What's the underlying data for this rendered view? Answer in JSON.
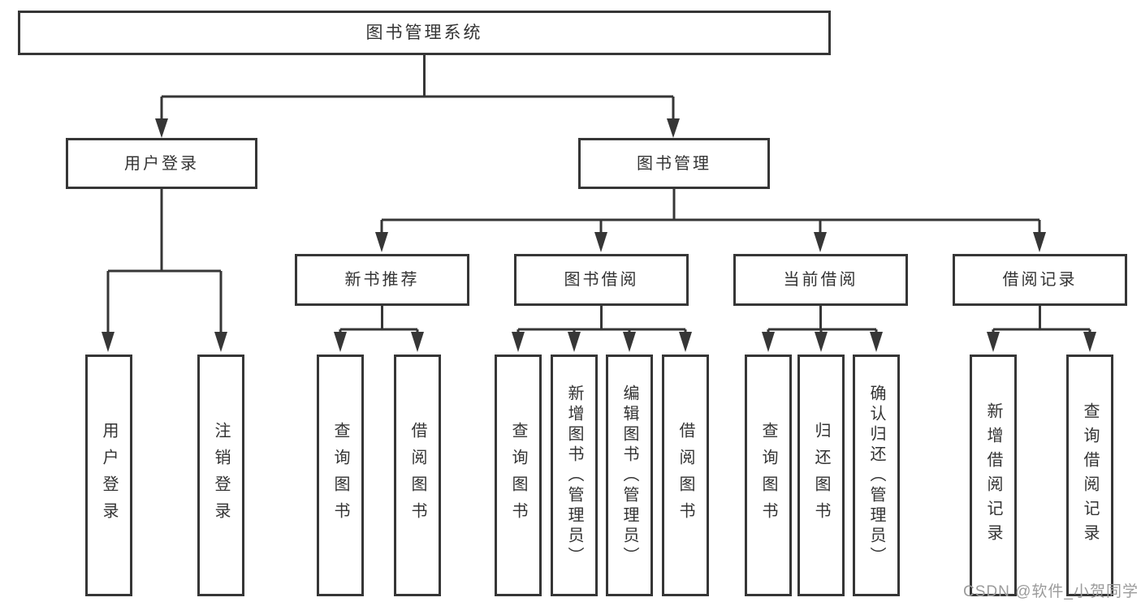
{
  "diagram": {
    "title": "图书管理系统",
    "tree": {
      "label": "图书管理系统",
      "children": [
        {
          "label": "用户登录",
          "children": [
            {
              "label": "用户登录"
            },
            {
              "label": "注销登录"
            }
          ]
        },
        {
          "label": "图书管理",
          "children": [
            {
              "label": "新书推荐",
              "children": [
                {
                  "label": "查询图书"
                },
                {
                  "label": "借阅图书"
                }
              ]
            },
            {
              "label": "图书借阅",
              "children": [
                {
                  "label": "查询图书"
                },
                {
                  "label": "新增图书（管理员）"
                },
                {
                  "label": "编辑图书（管理员）"
                },
                {
                  "label": "借阅图书"
                }
              ]
            },
            {
              "label": "当前借阅",
              "children": [
                {
                  "label": "查询图书"
                },
                {
                  "label": "归还图书"
                },
                {
                  "label": "确认归还（管理员）"
                }
              ]
            },
            {
              "label": "借阅记录",
              "children": [
                {
                  "label": "新增借阅记录"
                },
                {
                  "label": "查询借阅记录"
                }
              ]
            }
          ]
        }
      ]
    },
    "watermark": "CSDN @软件_小贺同学",
    "colors": {
      "line": "#363636",
      "text": "#333333",
      "watermark": "#9b9b9b",
      "background": "#ffffff"
    }
  }
}
